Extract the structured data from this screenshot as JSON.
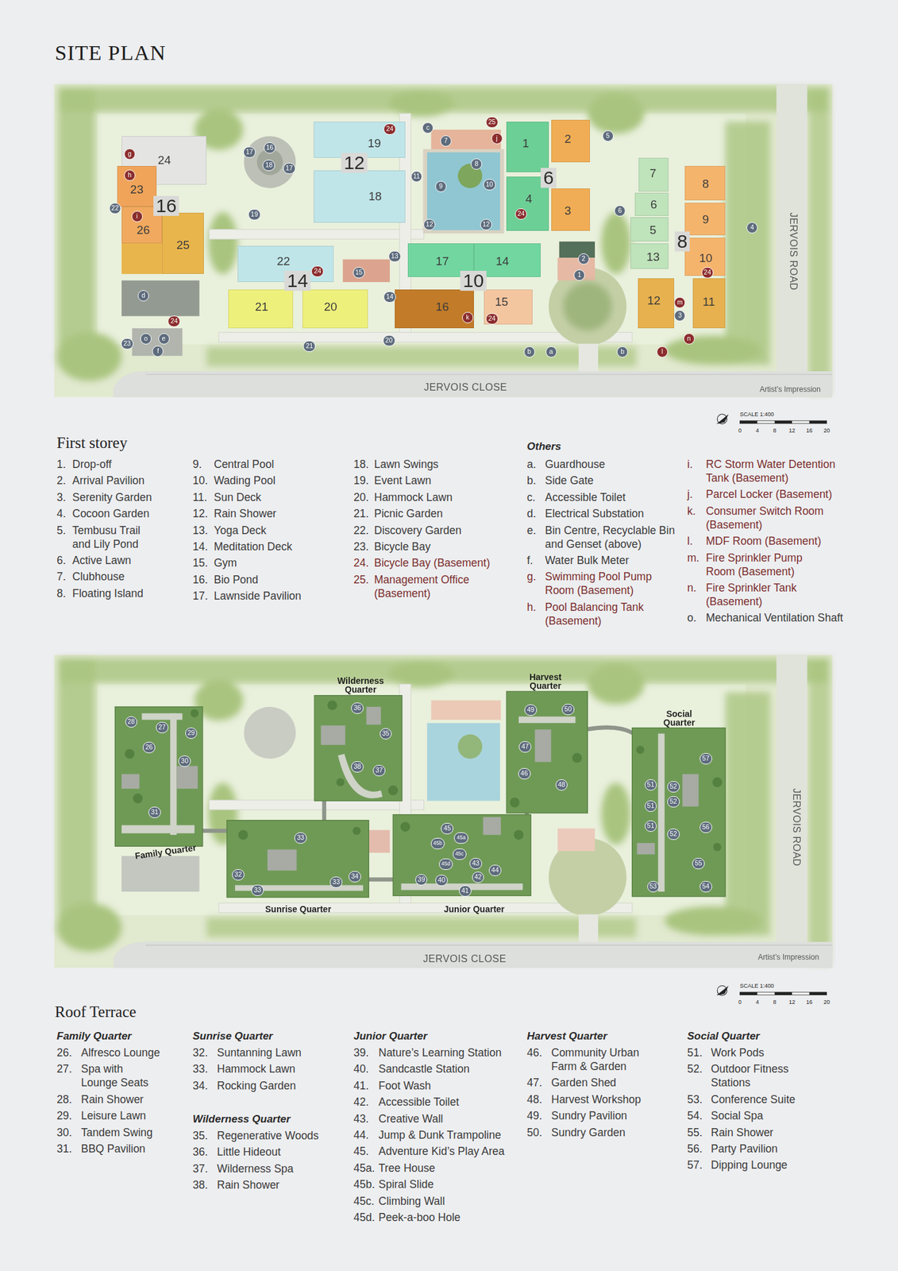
{
  "diagram": {
    "title": "SITE PLAN",
    "nodes": [
      {
        "text": [
          "16"
        ]
      },
      {
        "text": [
          "24"
        ],
        "in": 0
      },
      {
        "text": [
          "23"
        ],
        "in": 0
      },
      {
        "text": [
          "26"
        ],
        "in": 0
      },
      {
        "text": [
          "25"
        ],
        "in": 0
      },
      {
        "text": [
          "12"
        ]
      },
      {
        "text": [
          "19"
        ],
        "in": 5
      },
      {
        "text": [
          "18"
        ],
        "in": 5
      },
      {
        "text": [
          "6"
        ]
      },
      {
        "text": [
          "1"
        ],
        "in": 8
      },
      {
        "text": [
          "2"
        ],
        "in": 8
      },
      {
        "text": [
          "4"
        ],
        "in": 8
      },
      {
        "text": [
          "3"
        ],
        "in": 8
      },
      {
        "text": [
          "8"
        ]
      },
      {
        "text": [
          "7"
        ],
        "in": 13
      },
      {
        "text": [
          "6"
        ],
        "in": 13
      },
      {
        "text": [
          "5"
        ],
        "in": 13
      },
      {
        "text": [
          "13"
        ],
        "in": 13
      },
      {
        "text": [
          "8"
        ],
        "in": 13
      },
      {
        "text": [
          "9"
        ],
        "in": 13
      },
      {
        "text": [
          "10"
        ],
        "in": 13
      },
      {
        "text": [
          "12"
        ],
        "in": 13
      },
      {
        "text": [
          "11"
        ],
        "in": 13
      },
      {
        "text": [
          "14"
        ]
      },
      {
        "text": [
          "22"
        ],
        "in": 23
      },
      {
        "text": [
          "21"
        ],
        "in": 23
      },
      {
        "text": [
          "20"
        ],
        "in": 23
      },
      {
        "text": [
          "10"
        ]
      },
      {
        "text": [
          "17"
        ],
        "in": 27
      },
      {
        "text": [
          "14"
        ],
        "in": 27
      },
      {
        "text": [
          "16"
        ],
        "in": 27
      },
      {
        "text": [
          "15"
        ],
        "in": 27
      }
    ],
    "labels": [
      "g",
      "h",
      "i",
      "22",
      "17",
      "16",
      "18",
      "17",
      "19",
      "24",
      "c",
      "25",
      "7",
      "j",
      "11",
      "9",
      "8",
      "10",
      "12",
      "12",
      "5",
      "24",
      "6",
      "4",
      "24",
      "15",
      "13",
      "14",
      "2",
      "1",
      "d",
      "24",
      "23",
      "o",
      "e",
      "f",
      "21",
      "20",
      "k",
      "24",
      "24",
      "m",
      "3",
      "n",
      "b",
      "a",
      "b",
      "l",
      "JERVOIS CLOSE",
      "JERVOIS ROAD",
      "Artist’s Impression",
      "SCALE 1:400",
      "0",
      "4",
      "8",
      "12",
      "16",
      "20",
      "First storey",
      "1.",
      "Drop-off",
      "2.",
      "Arrival Pavilion",
      "3.",
      "Serenity Garden",
      "4.",
      "Cocoon Garden",
      "5.",
      "Tembusu Trail and Lily Pond",
      "6.",
      "Active Lawn",
      "7.",
      "Clubhouse",
      "8.",
      "Floating Island",
      "9.",
      "Central Pool",
      "10.",
      "Wading Pool",
      "11.",
      "Sun Deck",
      "12.",
      "Rain Shower",
      "13.",
      "Yoga Deck",
      "14.",
      "Meditation Deck",
      "15.",
      "Gym",
      "16.",
      "Bio Pond",
      "17.",
      "Lawnside Pavilion",
      "18.",
      "Lawn Swings",
      "19.",
      "Event Lawn",
      "20.",
      "Hammock Lawn",
      "21.",
      "Picnic Garden",
      "22.",
      "Discovery Garden",
      "23.",
      "Bicycle Bay",
      "24.",
      "Bicycle Bay (Basement)",
      "25.",
      "Management Office (Basement)",
      "Others",
      "a.",
      "Guardhouse",
      "b.",
      "Side Gate",
      "c.",
      "Accessible Toilet",
      "d.",
      "Electrical Substation",
      "e.",
      "Bin Centre, Recyclable Bin and Genset (above)",
      "f.",
      "Water Bulk Meter",
      "g.",
      "Swimming Pool Pump Room (Basement)",
      "h.",
      "Pool Balancing Tank (Basement)",
      "i.",
      "RC Storm Water Detention Tank (Basement)",
      "j.",
      "Parcel Locker (Basement)",
      "k.",
      "Consumer Switch Room (Basement)",
      "l.",
      "MDF Room (Basement)",
      "m.",
      "Fire Sprinkler Pump Room (Basement)",
      "n.",
      "Fire Sprinkler Tank (Basement)",
      "o.",
      "Mechanical Ventilation Shaft",
      "28",
      "27",
      "29",
      "26",
      "30",
      "31",
      "36",
      "35",
      "38",
      "37",
      "49",
      "50",
      "47",
      "46",
      "48",
      "57",
      "51",
      "52",
      "51",
      "52",
      "56",
      "51",
      "52",
      "55",
      "53",
      "54",
      "33",
      "32",
      "33",
      "33",
      "34",
      "45",
      "45a",
      "45b",
      "45c",
      "43",
      "45d",
      "42",
      "44",
      "39",
      "40",
      "41",
      "Wilderness Quarter",
      "Harvest Quarter",
      "Social Quarter",
      "Family Quarter",
      "Sunrise Quarter",
      "Junior Quarter",
      "JERVOIS CLOSE",
      "JERVOIS ROAD",
      "Artist’s Impression",
      "SCALE 1:400",
      "0",
      "4",
      "8",
      "12",
      "16",
      "20",
      "Roof Terrace",
      "Family Quarter",
      "26.",
      "Alfresco Lounge",
      "27.",
      "Spa with Lounge Seats",
      "28.",
      "Rain Shower",
      "29.",
      "Leisure Lawn",
      "30.",
      "Tandem Swing",
      "31.",
      "BBQ Pavilion",
      "Sunrise Quarter",
      "32.",
      "Suntanning Lawn",
      "33.",
      "Hammock Lawn",
      "34.",
      "Rocking Garden",
      "Wilderness Quarter",
      "35.",
      "Regenerative Woods",
      "36.",
      "Little Hideout",
      "37.",
      "Wilderness Spa",
      "38.",
      "Rain Shower",
      "Junior Quarter",
      "39.",
      "Nature’s Learning Station",
      "40.",
      "Sandcastle Station",
      "41.",
      "Foot Wash",
      "42.",
      "Accessible Toilet",
      "43.",
      "Creative Wall",
      "44.",
      "Jump & Dunk Trampoline",
      "45.",
      "Adventure Kid’s Play Area",
      "45a.",
      "Tree House",
      "45b.",
      "Spiral Slide",
      "45c.",
      "Climbing Wall",
      "45d.",
      "Peek-a-boo Hole",
      "Harvest Quarter",
      "46.",
      "Community Urban Farm & Garden",
      "47.",
      "Garden Shed",
      "48.",
      "Harvest Workshop",
      "49.",
      "Sundry Pavilion",
      "50.",
      "Sundry Garden",
      "Social Quarter",
      "51.",
      "Work Pods",
      "52.",
      "Outdoor Fitness Stations",
      "53.",
      "Conference Suite",
      "54.",
      "Social Spa",
      "55.",
      "Rain Shower",
      "56.",
      "Party Pavilion",
      "57.",
      "Dipping Lounge"
    ]
  }
}
